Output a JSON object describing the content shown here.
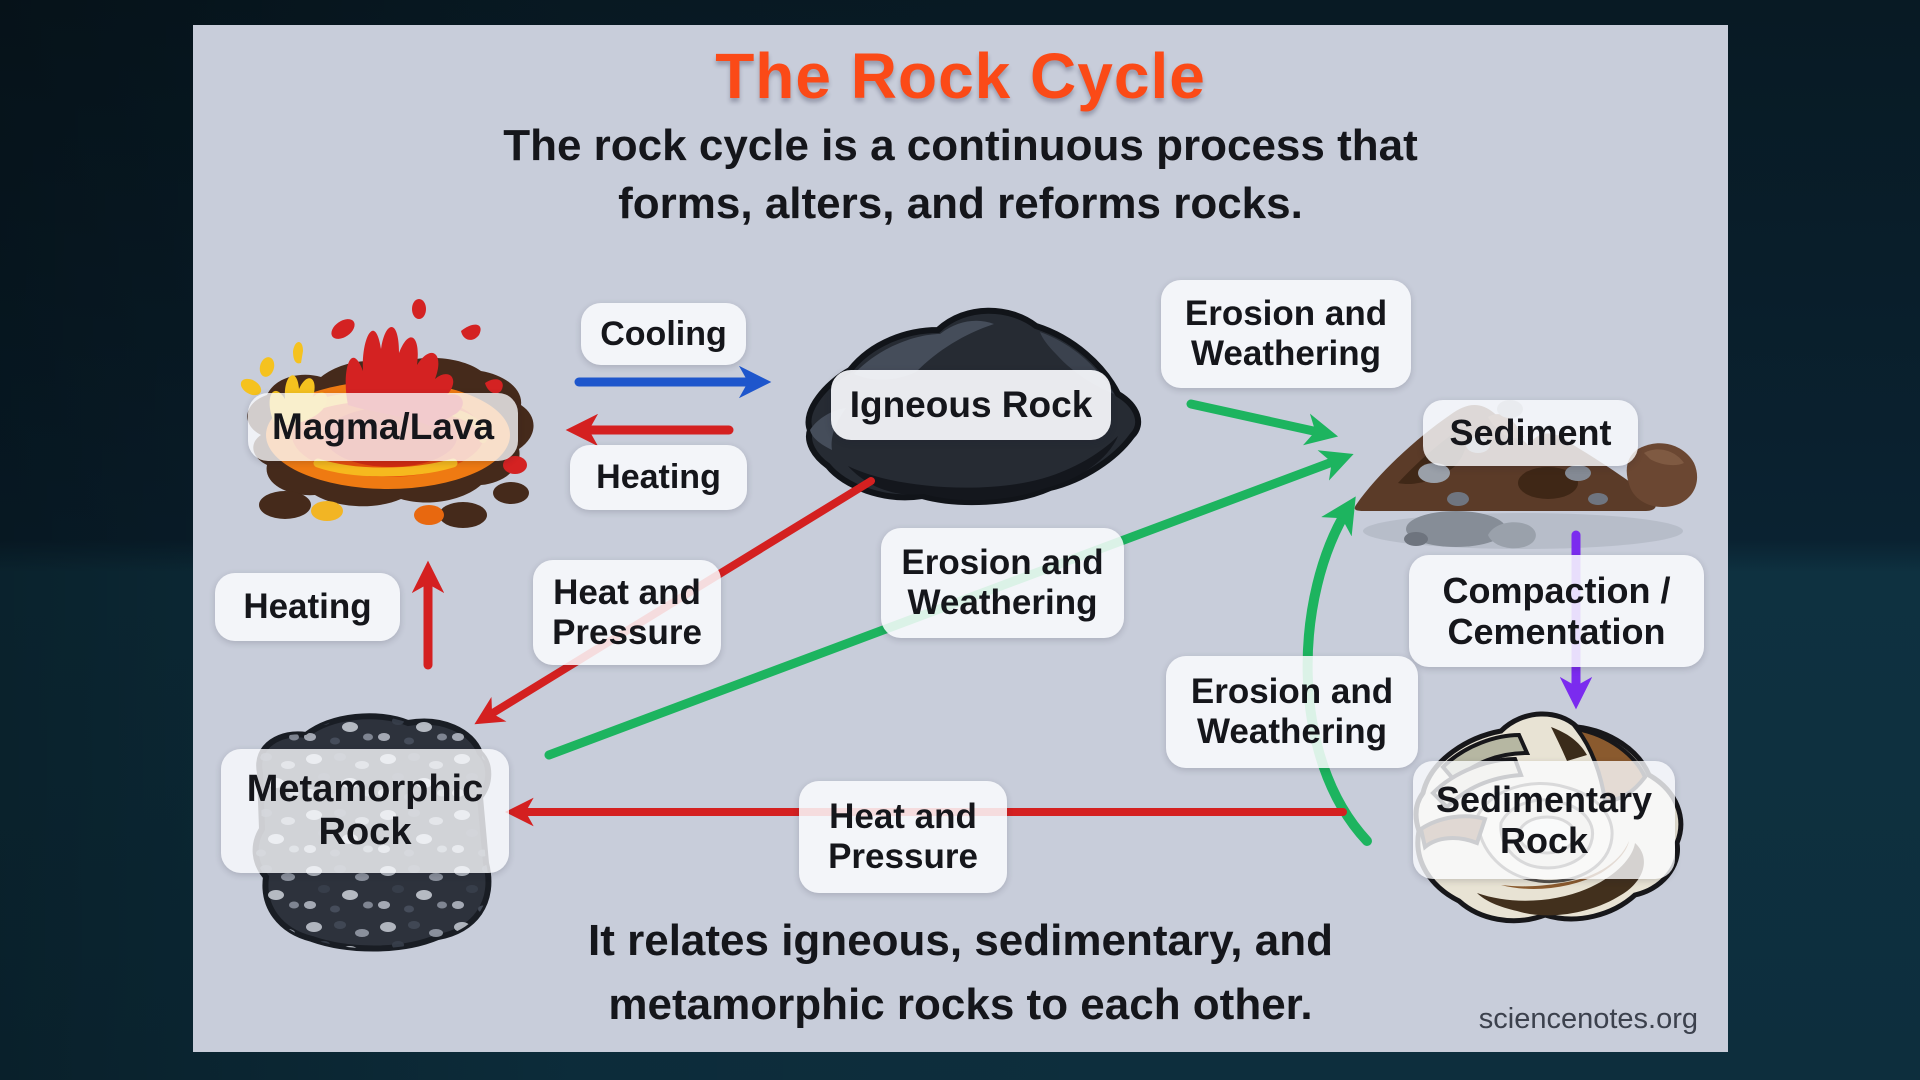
{
  "header": {
    "title": "The Rock Cycle",
    "subtitle_line1": "The rock cycle is a continuous process that",
    "subtitle_line2": "forms, alters, and reforms rocks."
  },
  "footer": {
    "line1": "It relates igneous, sedimentary, and",
    "line2": "metamorphic rocks to each other.",
    "attribution": "sciencenotes.org"
  },
  "nodes": {
    "magma": {
      "label": "Magma/Lava",
      "icon": "magma-lava-illustration"
    },
    "igneous": {
      "label": "Igneous Rock",
      "icon": "igneous-rock-illustration"
    },
    "sediment": {
      "label": "Sediment",
      "icon": "sediment-pile-illustration"
    },
    "sedimentary": {
      "line1": "Sedimentary",
      "line2": "Rock",
      "icon": "sedimentary-rock-illustration"
    },
    "metamorphic": {
      "line1": "Metamorphic",
      "line2": "Rock",
      "icon": "metamorphic-rock-illustration"
    }
  },
  "processes": {
    "cooling": {
      "label": "Cooling",
      "from": "Magma/Lava",
      "to": "Igneous Rock"
    },
    "heating_igneous_to_magma": {
      "label": "Heating",
      "from": "Igneous Rock",
      "to": "Magma/Lava"
    },
    "heating_metamorphic_to_magma": {
      "label": "Heating",
      "from": "Metamorphic Rock",
      "to": "Magma/Lava"
    },
    "heat_and_pressure_igneous_to_metamorphic": {
      "line1": "Heat and",
      "line2": "Pressure",
      "from": "Igneous Rock",
      "to": "Metamorphic Rock"
    },
    "heat_and_pressure_sedimentary_to_metamorphic": {
      "line1": "Heat and",
      "line2": "Pressure",
      "from": "Sedimentary Rock",
      "to": "Metamorphic Rock"
    },
    "erosion_igneous_to_sediment": {
      "line1": "Erosion and",
      "line2": "Weathering",
      "from": "Igneous Rock",
      "to": "Sediment"
    },
    "erosion_metamorphic_to_sediment": {
      "line1": "Erosion and",
      "line2": "Weathering",
      "from": "Metamorphic Rock",
      "to": "Sediment"
    },
    "erosion_sedimentary_to_sediment": {
      "line1": "Erosion and",
      "line2": "Weathering",
      "from": "Sedimentary Rock",
      "to": "Sediment"
    },
    "compaction": {
      "line1": "Compaction /",
      "line2": "Cementation",
      "from": "Sediment",
      "to": "Sedimentary Rock"
    }
  },
  "colors": {
    "title": "#fb4a17",
    "label_text": "#15161b",
    "attribution_text": "#3c414d",
    "card_background": "#c8cdda",
    "cooling_arrow": "#1e56cc",
    "heating_arrow": "#d42020",
    "erosion_arrow": "#1db45f",
    "compaction_arrow": "#7b2bef"
  }
}
